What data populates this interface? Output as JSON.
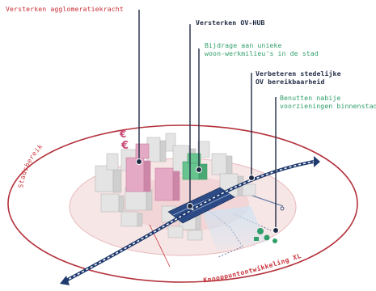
{
  "labels": {
    "agglomeratie": "Versterken agglomeratiekracht",
    "ov_hub": "Versterken OV-HUB",
    "bijdrage_1": "Bijdrage aan unieke",
    "bijdrage_2": "woon-werkmilieu's in de stad",
    "bereikbaarheid_1": "Verbeteren stedelijke",
    "bereikbaarheid_2": "OV bereikbaarheid",
    "voorzieningen_1": "Benutten nabije",
    "voorzieningen_2": "voorzieningen binnenstad",
    "stadsbereik": "Stadsbereik",
    "knooppunt": "Knooppuntontwikkeling XL",
    "euro_symbol": "€"
  },
  "colors": {
    "red": "#c8323a",
    "navy": "#1f2a44",
    "green": "#2f9e6a",
    "pink": "#d98fb0",
    "mint": "#5bbf86",
    "rail": "#1f3a6e"
  }
}
